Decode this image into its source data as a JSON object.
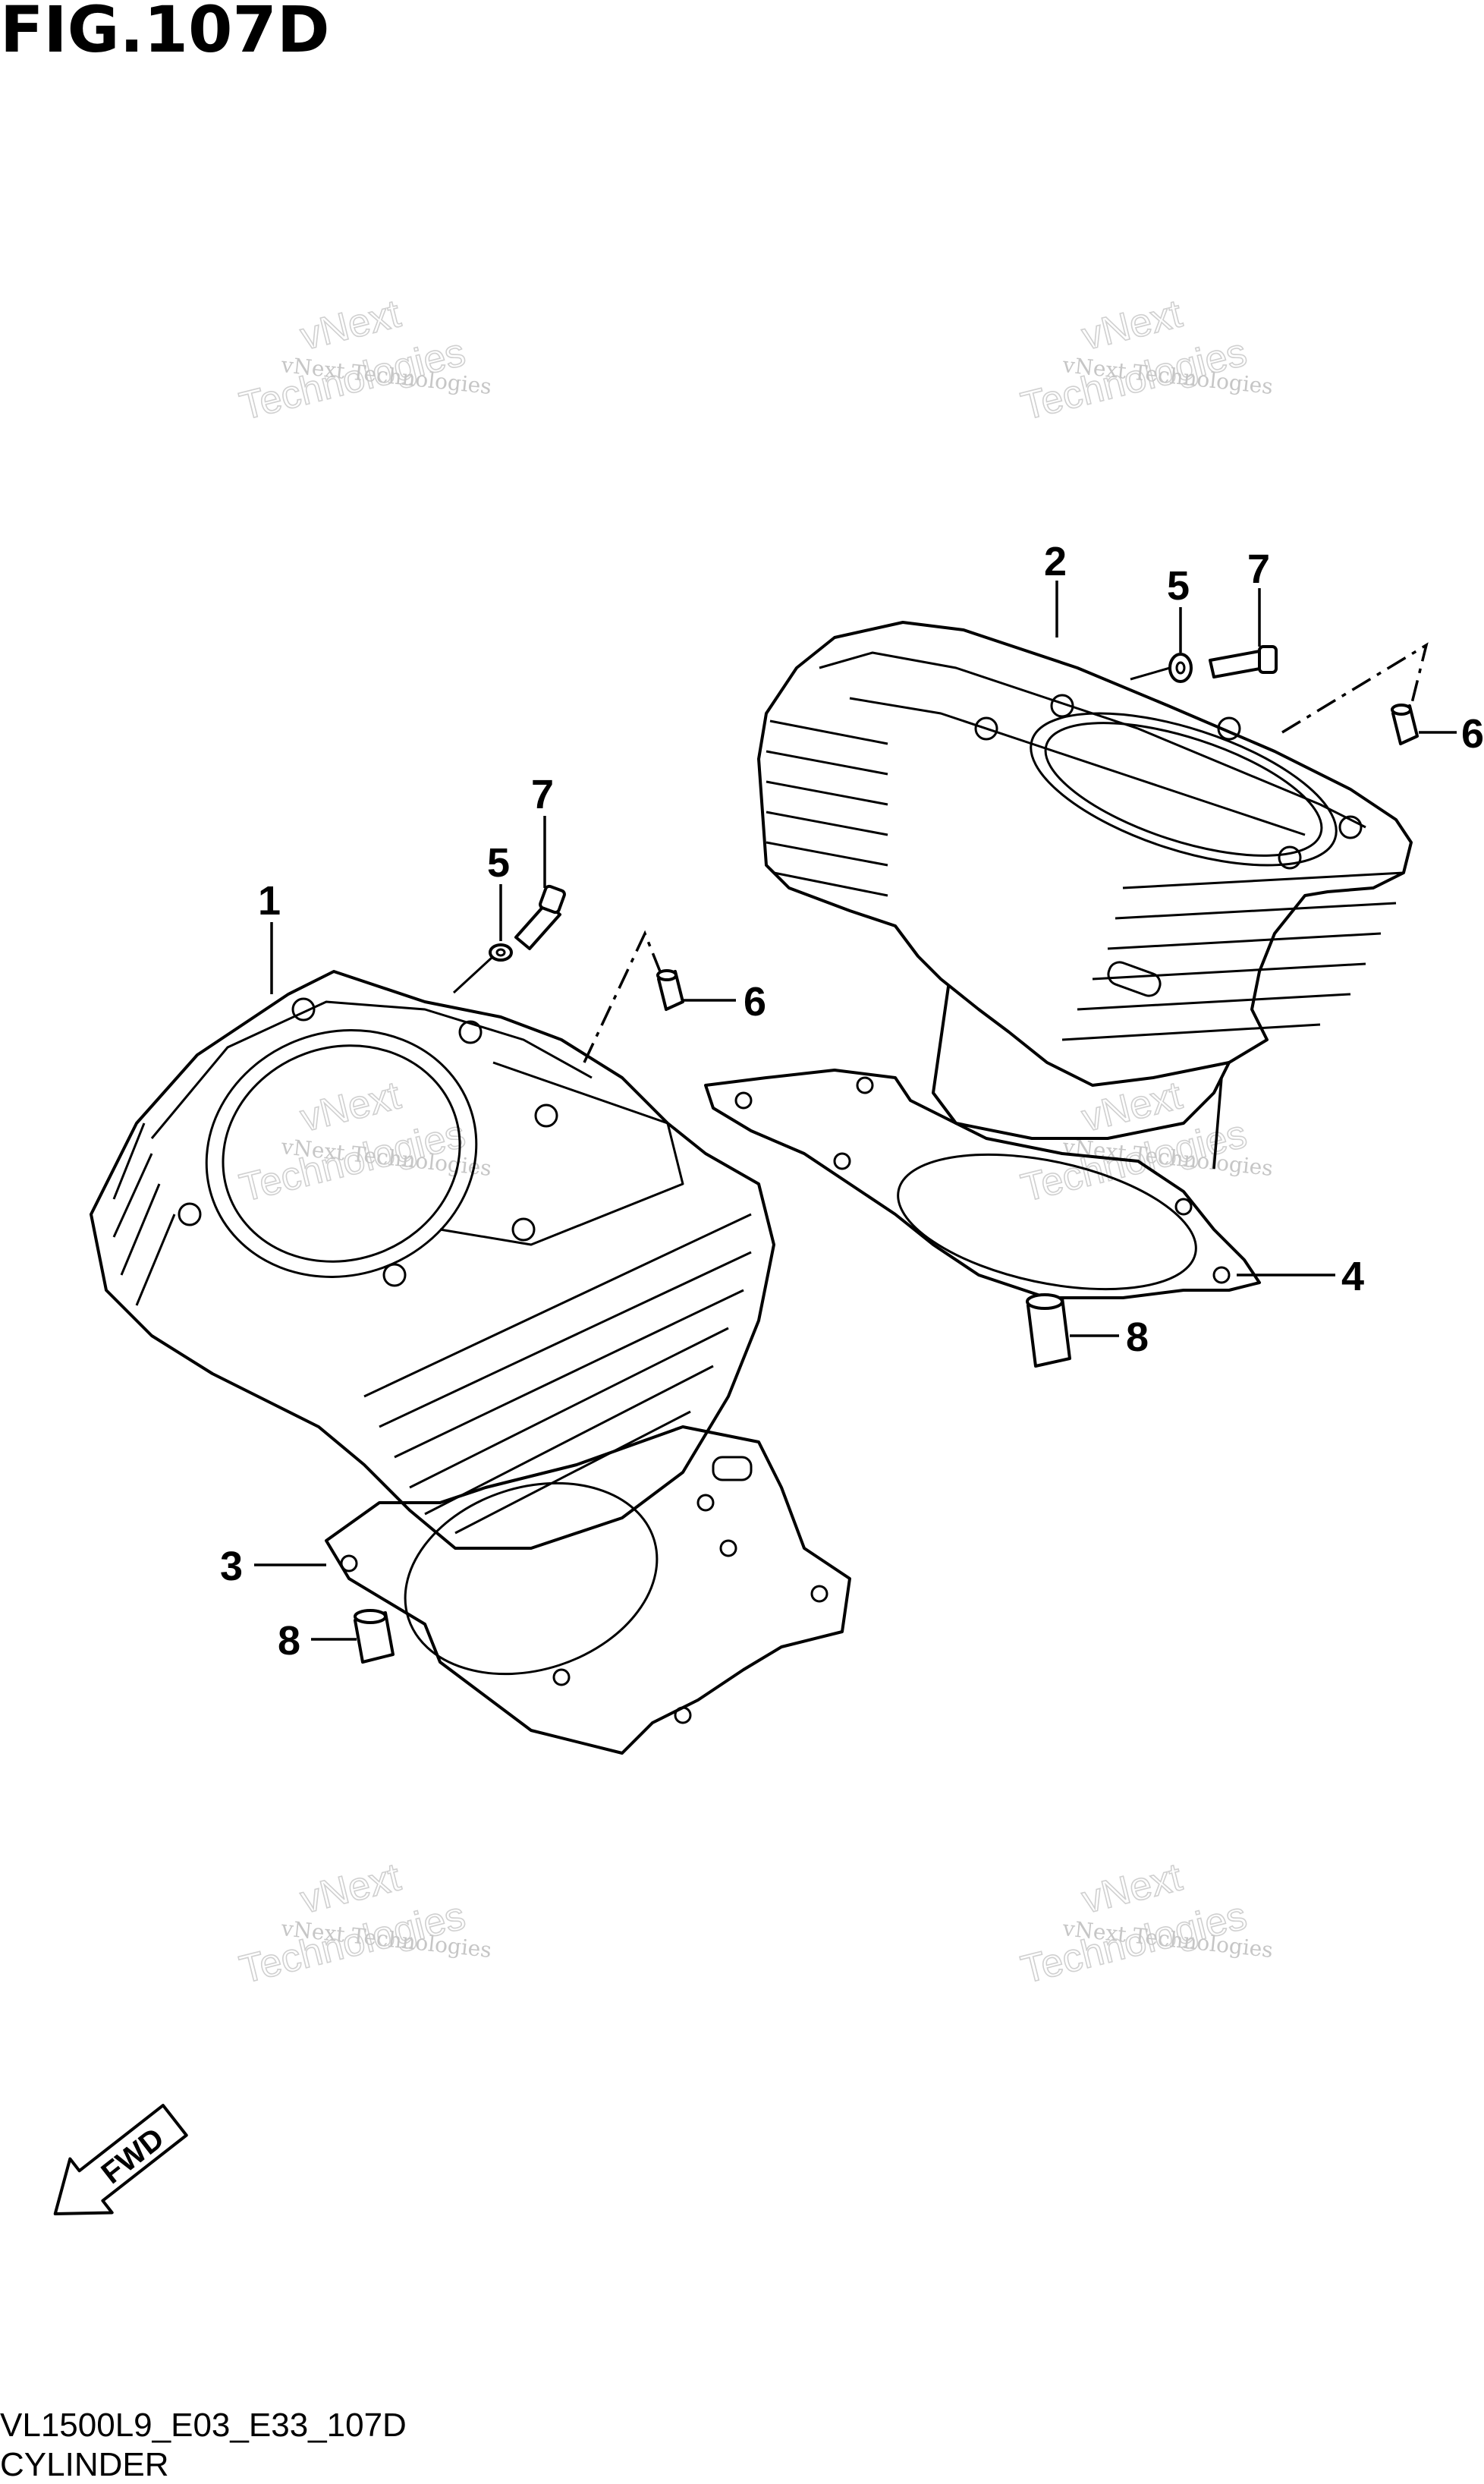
{
  "figure": {
    "title": "FIG.107D",
    "code": "VL1500L9_E03_E33_107D",
    "name": "CYLINDER",
    "fwd_label": "FWD"
  },
  "watermark": {
    "line1": "vNext Technologies",
    "line2": "vNext",
    "line3": "Technologies"
  },
  "callouts": {
    "c1": "1",
    "c2": "2",
    "c3": "3",
    "c4": "4",
    "c5_front": "5",
    "c5_rear": "5",
    "c6_front": "6",
    "c6_rear": "6",
    "c7_front": "7",
    "c7_rear": "7",
    "c8_front": "8",
    "c8_rear": "8"
  },
  "icons": [
    "fwd-arrow-icon"
  ]
}
